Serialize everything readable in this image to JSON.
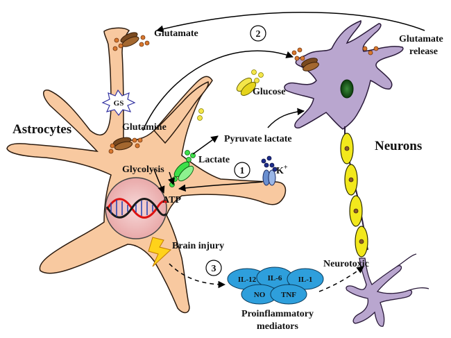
{
  "labels": {
    "astrocytes": "Astrocytes",
    "neurons": "Neurons",
    "glutamate": "Glutamate",
    "glutamate_release_1": "Glutamate",
    "glutamate_release_2": "release",
    "glucose": "Glucose",
    "glutamine": "Glutamine",
    "pyruvate_lactate": "Pyruvate lactate",
    "lactate": "Lactate",
    "glycolysis": "Glycolysis",
    "potassium": "K",
    "potassium_sup": "+",
    "atp": "ATP",
    "gs": "GS",
    "brain_injury": "Brain injury",
    "neurotoxic": "Neurotoxic",
    "mediators_1": "Proinflammatory",
    "mediators_2": "mediators"
  },
  "steps": [
    "1",
    "2",
    "3"
  ],
  "cytokines": [
    "IL-12",
    "IL-6",
    "IL-1",
    "NO",
    "TNF"
  ],
  "colors": {
    "astrocyte_fill": "#F8C9A0",
    "neuron_fill": "#B9A6CF",
    "myelin": "#F2E81C",
    "cytokine": "#2E9FDC",
    "glutamate_dot": "#D9782E",
    "lactate_dot": "#3EE04A",
    "glucose_dot": "#F4E64A",
    "potassium_dot": "#1E2E8C",
    "nucleus_fill": "#F2C2C2"
  }
}
